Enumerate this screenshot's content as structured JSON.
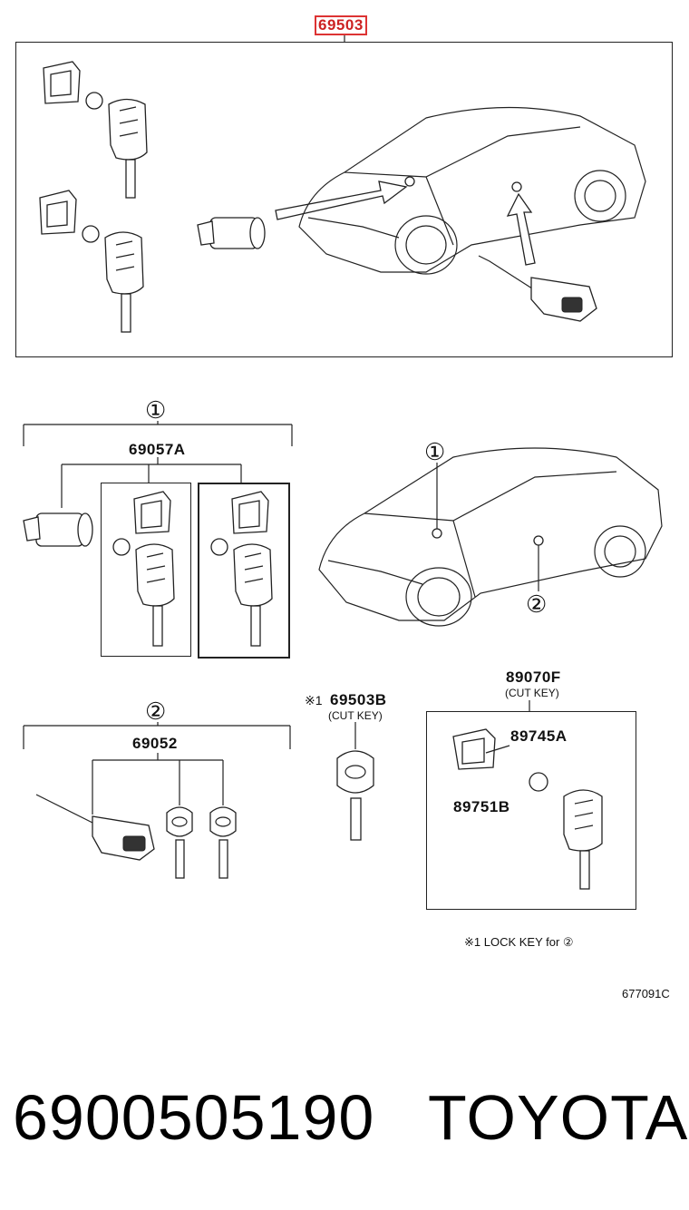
{
  "top_callout": {
    "part_number": "69503"
  },
  "section1": {
    "marker": "①",
    "assembly": "69057A"
  },
  "section2": {
    "marker": "②",
    "assembly": "69052"
  },
  "car_markers": {
    "door_marker": "①",
    "door_marker2": "②"
  },
  "key_blank": {
    "ref": "※1",
    "part_number": "69503B",
    "note": "(CUT KEY)"
  },
  "transmitter": {
    "part_number": "89070F",
    "note": "(CUT KEY)",
    "case_part": "89751B",
    "battery_part": "89745A"
  },
  "footnote": "※1 LOCK KEY for ②",
  "figure_code": "677091C",
  "footer": {
    "part_number": "6900505190",
    "brand": "TOYOTA"
  }
}
